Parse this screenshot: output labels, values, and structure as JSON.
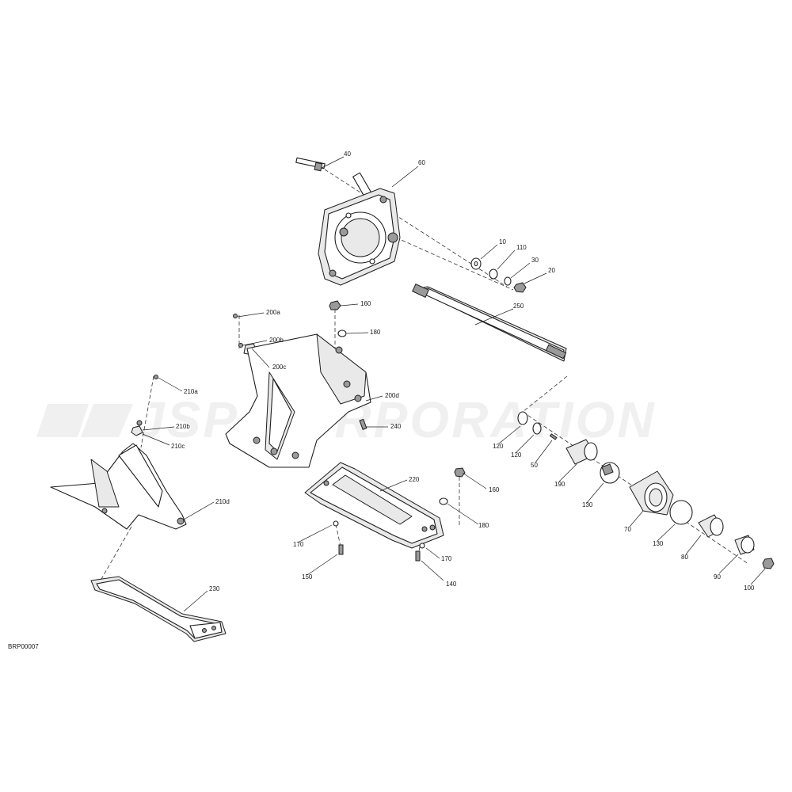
{
  "watermark": {
    "text": "JSP CORPORATION"
  },
  "figure_code": "BRP00007",
  "callouts": [
    {
      "id": "40",
      "label": "40"
    },
    {
      "id": "60",
      "label": "60"
    },
    {
      "id": "10",
      "label": "10"
    },
    {
      "id": "110",
      "label": "110"
    },
    {
      "id": "30",
      "label": "30"
    },
    {
      "id": "20",
      "label": "20"
    },
    {
      "id": "160a",
      "label": "160"
    },
    {
      "id": "180a",
      "label": "180"
    },
    {
      "id": "250",
      "label": "250"
    },
    {
      "id": "200a",
      "label": "200a"
    },
    {
      "id": "200b",
      "label": "200b"
    },
    {
      "id": "200c",
      "label": "200c"
    },
    {
      "id": "200d",
      "label": "200d"
    },
    {
      "id": "240",
      "label": "240"
    },
    {
      "id": "210a",
      "label": "210a"
    },
    {
      "id": "210b",
      "label": "210b"
    },
    {
      "id": "210c",
      "label": "210c"
    },
    {
      "id": "210d",
      "label": "210d"
    },
    {
      "id": "220",
      "label": "220"
    },
    {
      "id": "160b",
      "label": "160"
    },
    {
      "id": "180b",
      "label": "180"
    },
    {
      "id": "170a",
      "label": "170"
    },
    {
      "id": "170b",
      "label": "170"
    },
    {
      "id": "150",
      "label": "150"
    },
    {
      "id": "140",
      "label": "140"
    },
    {
      "id": "230",
      "label": "230"
    },
    {
      "id": "120a",
      "label": "120"
    },
    {
      "id": "120b",
      "label": "120"
    },
    {
      "id": "50",
      "label": "50"
    },
    {
      "id": "190",
      "label": "190"
    },
    {
      "id": "130a",
      "label": "130"
    },
    {
      "id": "70",
      "label": "70"
    },
    {
      "id": "130b",
      "label": "130"
    },
    {
      "id": "80",
      "label": "80"
    },
    {
      "id": "90",
      "label": "90"
    },
    {
      "id": "100",
      "label": "100"
    }
  ]
}
